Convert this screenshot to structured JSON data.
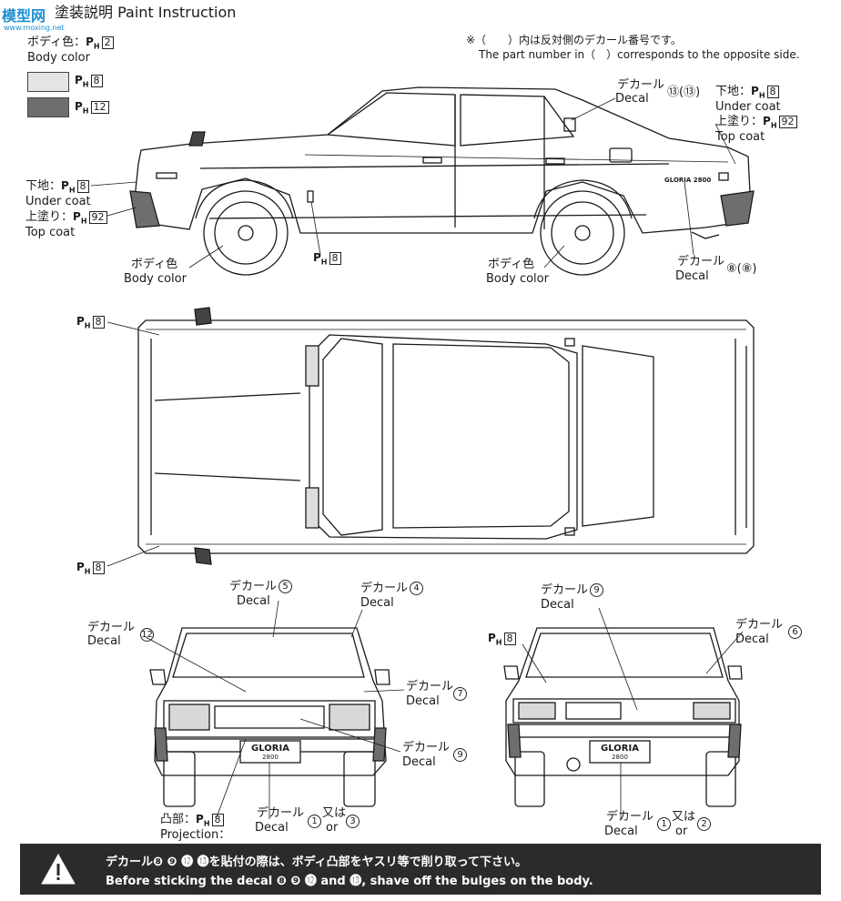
{
  "header": {
    "title_jp": "塗装説明",
    "title_en": "Paint Instruction"
  },
  "watermark": {
    "text": "模型网",
    "sub": "www.moxing.net"
  },
  "note": {
    "jp": "※（　　）内は反対側のデカール番号です。",
    "en": "The part number in（　）corresponds to the opposite side."
  },
  "colors": {
    "swatch_light": "#e4e4e4",
    "swatch_dark": "#6e6e6e",
    "warning_bg": "#2b2b2b"
  },
  "paint_legend": {
    "body_color_jp": "ボディ色：",
    "body_color_code": "2",
    "body_color_en": "Body color",
    "swatch1_code": "8",
    "swatch2_code": "12"
  },
  "side_view": {
    "under_left_jp": "下地：",
    "under_left_code": "8",
    "under_left_en": "Under coat",
    "top_left_jp": "上塗り：",
    "top_left_code": "92",
    "top_left_en": "Top coat",
    "under_right_jp": "下地：",
    "under_right_code": "8",
    "under_right_en": "Under coat",
    "top_right_jp": "上塗り：",
    "top_right_code": "92",
    "top_right_en": "Top coat",
    "decal_top_jp": "デカール",
    "decal_top_en": "Decal",
    "decal_top_num": "⑬(⑬)",
    "decal_bottom_jp": "デカール",
    "decal_bottom_en": "Decal",
    "decal_bottom_num": "⑧(⑧)",
    "wheel_left_jp": "ボディ色",
    "wheel_left_en": "Body color",
    "wheel_right_jp": "ボディ色",
    "wheel_right_en": "Body color",
    "sill_code": "8",
    "emblem_text": "GLORIA 2800"
  },
  "top_view": {
    "code_top": "8",
    "code_bottom": "8"
  },
  "front_view": {
    "decal5_jp": "デカール",
    "decal5_en": "Decal",
    "decal5_num": "5",
    "decal4_jp": "デカール",
    "decal4_en": "Decal",
    "decal4_num": "4",
    "decal12_jp": "デカール",
    "decal12_en": "Decal",
    "decal12_num": "12",
    "decal7_jp": "デカール",
    "decal7_en": "Decal",
    "decal7_num": "7",
    "decal9_jp": "デカール",
    "decal9_en": "Decal",
    "decal9_num": "9",
    "projection_jp": "凸部：",
    "projection_code": "8",
    "projection_en": "Projection：",
    "plate_decal_jp": "デカール",
    "plate_decal_en": "Decal",
    "plate_num1": "1",
    "plate_or_jp": "又は",
    "plate_or_en": "or",
    "plate_num2": "3",
    "plate_line1": "GLORIA",
    "plate_line2": "2800"
  },
  "rear_view": {
    "decal9_jp": "デカール",
    "decal9_en": "Decal",
    "decal9_num": "9",
    "decal6_jp": "デカール",
    "decal6_en": "Decal",
    "decal6_num": "6",
    "code": "8",
    "plate_decal_jp": "デカール",
    "plate_decal_en": "Decal",
    "plate_num1": "1",
    "plate_or_jp": "又は",
    "plate_or_en": "or",
    "plate_num2": "2",
    "plate_line1": "GLORIA",
    "plate_line2": "2800"
  },
  "warning": {
    "line_jp": "デカール❽ ❾ ⓬ ⓭を貼付の際は、ボディ凸部をヤスリ等で削り取って下さい。",
    "line_en": "Before sticking the decal ❽ ❾ ⓬ and ⓭, shave off the bulges on the body."
  }
}
